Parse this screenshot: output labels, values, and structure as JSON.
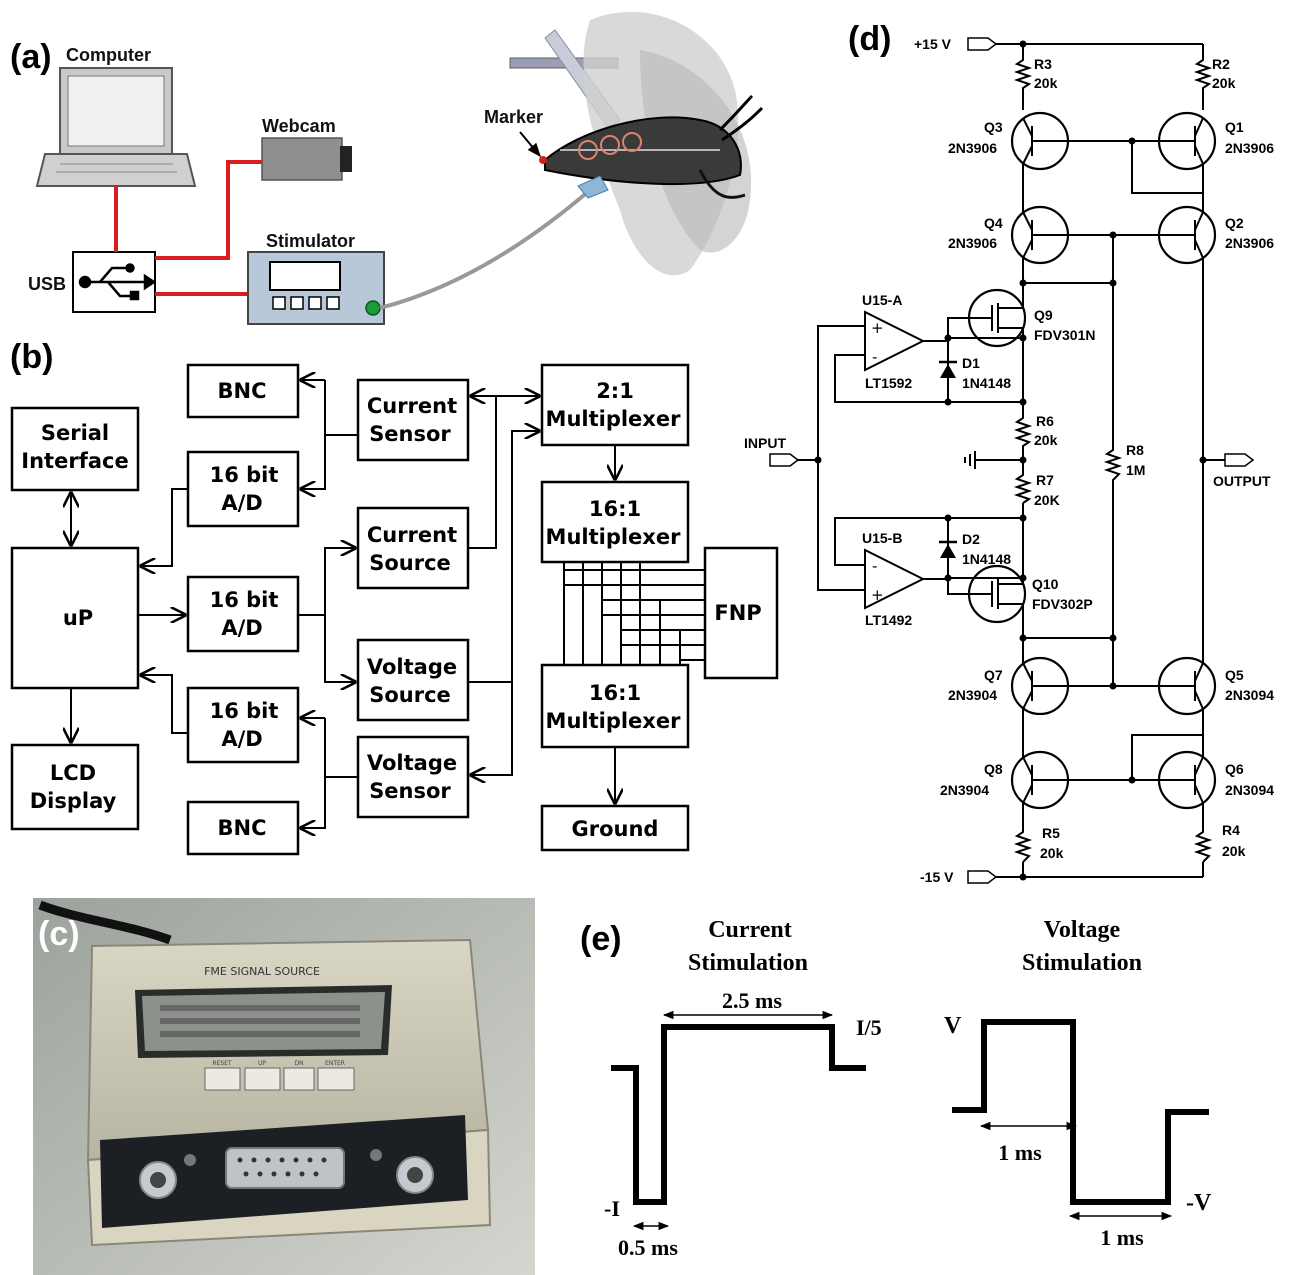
{
  "panel_labels": {
    "a": "(a)",
    "b": "(b)",
    "c": "(c)",
    "d": "(d)",
    "e": "(e)"
  },
  "panel_a": {
    "computer": "Computer",
    "webcam": "Webcam",
    "stimulator": "Stimulator",
    "usb": "USB",
    "marker": "Marker"
  },
  "panel_b": {
    "serial_interface": [
      "Serial",
      "Interface"
    ],
    "up": "uP",
    "lcd_display": [
      "LCD",
      "Display"
    ],
    "bnc_top": "BNC",
    "bnc_bottom": "BNC",
    "ad": [
      "16 bit",
      "A/D"
    ],
    "current_sensor": [
      "Current",
      "Sensor"
    ],
    "current_source": [
      "Current",
      "Source"
    ],
    "voltage_source": [
      "Voltage",
      "Source"
    ],
    "voltage_sensor": [
      "Voltage",
      "Sensor"
    ],
    "mux_2_1": [
      "2:1",
      "Multiplexer"
    ],
    "mux_16_1_top": [
      "16:1",
      "Multiplexer"
    ],
    "mux_16_1_bottom": [
      "16:1",
      "Multiplexer"
    ],
    "fnp": "FNP",
    "ground": "Ground"
  },
  "panel_c": {
    "device_label": "FME SIGNAL SOURCE",
    "buttons": [
      "RESET",
      "UP",
      "DN",
      "ENTER"
    ]
  },
  "panel_d": {
    "vpos": "+15 V",
    "vneg": "-15 V",
    "input": "INPUT",
    "output": "OUTPUT",
    "ground_symbol": "ground-symbol",
    "resistors": {
      "r3": [
        "R3",
        "20k"
      ],
      "r2": [
        "R2",
        "20k"
      ],
      "r6": [
        "R6",
        "20k"
      ],
      "r7": [
        "R7",
        "20K"
      ],
      "r8": [
        "R8",
        "1M"
      ],
      "r5": [
        "R5",
        "20k"
      ],
      "r4": [
        "R4",
        "20k"
      ]
    },
    "transistors": {
      "q3": [
        "Q3",
        "2N3906"
      ],
      "q1": [
        "Q1",
        "2N3906"
      ],
      "q4": [
        "Q4",
        "2N3906"
      ],
      "q2": [
        "Q2",
        "2N3906"
      ],
      "q9": [
        "Q9",
        "FDV301N"
      ],
      "q10": [
        "Q10",
        "FDV302P"
      ],
      "q7": [
        "Q7",
        "2N3904"
      ],
      "q5": [
        "Q5",
        "2N3094"
      ],
      "q8": [
        "Q8",
        "2N3904"
      ],
      "q6": [
        "Q6",
        "2N3094"
      ]
    },
    "opamps": {
      "u15a": [
        "U15-A",
        "LT1592"
      ],
      "u15b": [
        "U15-B",
        "LT1492"
      ]
    },
    "diodes": {
      "d1": [
        "D1",
        "1N4148"
      ],
      "d2": [
        "D2",
        "1N4148"
      ]
    }
  },
  "panel_e": {
    "current_title": [
      "Current",
      "Stimulation"
    ],
    "voltage_title": [
      "Voltage",
      "Stimulation"
    ],
    "current_labels": {
      "duration": "2.5 ms",
      "high": "I/5",
      "low": "-I",
      "neg_duration": "0.5 ms"
    },
    "voltage_labels": {
      "high": "V",
      "low": "-V",
      "duration_pos": "1 ms",
      "duration_neg": "1 ms"
    }
  }
}
